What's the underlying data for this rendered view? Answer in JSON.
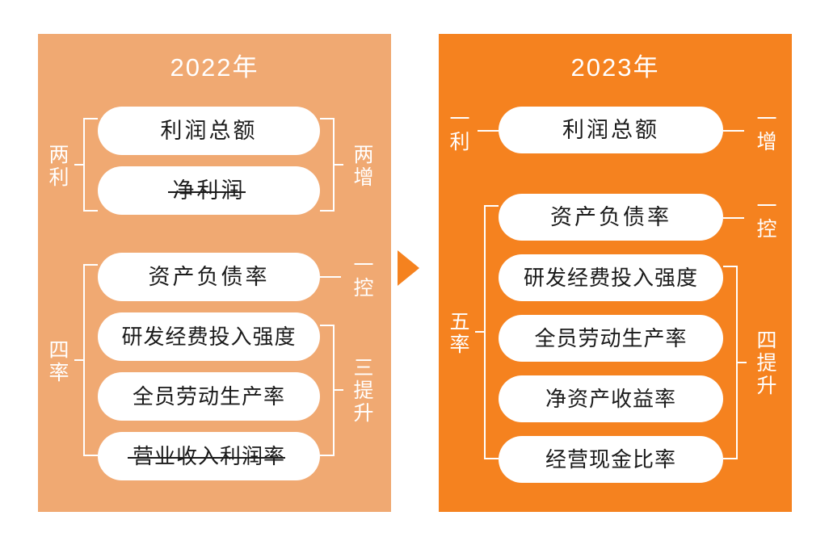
{
  "diagram": {
    "title_left": "2022年",
    "title_right": "2023年",
    "arrow": "right-arrow"
  },
  "panel_2022": {
    "year": "2022年",
    "boxes": [
      {
        "label": "利润总额",
        "struck": false
      },
      {
        "label": "净利润",
        "struck": true
      },
      {
        "label": "资产负债率",
        "struck": false
      },
      {
        "label": "研发经费投入强度",
        "struck": false
      },
      {
        "label": "全员劳动生产率",
        "struck": false
      },
      {
        "label": "营业收入利润率",
        "struck": true
      }
    ],
    "left_groups": [
      {
        "label": "两利",
        "chars": "两\n利",
        "covers": [
          "利润总额",
          "净利润"
        ]
      },
      {
        "label": "四率",
        "chars": "四\n率",
        "covers": [
          "资产负债率",
          "研发经费投入强度",
          "全员劳动生产率",
          "营业收入利润率"
        ]
      }
    ],
    "right_groups": [
      {
        "label": "两增",
        "chars": "两\n增",
        "covers": [
          "利润总额",
          "净利润"
        ]
      },
      {
        "label": "一控",
        "chars": "一\n控",
        "covers": [
          "资产负债率"
        ]
      },
      {
        "label": "三提升",
        "chars": "三\n提\n升",
        "covers": [
          "研发经费投入强度",
          "全员劳动生产率",
          "营业收入利润率"
        ]
      }
    ]
  },
  "panel_2023": {
    "year": "2023年",
    "boxes": [
      {
        "label": "利润总额",
        "struck": false
      },
      {
        "label": "资产负债率",
        "struck": false
      },
      {
        "label": "研发经费投入强度",
        "struck": false
      },
      {
        "label": "全员劳动生产率",
        "struck": false
      },
      {
        "label": "净资产收益率",
        "struck": false
      },
      {
        "label": "经营现金比率",
        "struck": false
      }
    ],
    "left_groups": [
      {
        "label": "一利",
        "chars": "一\n利",
        "covers": [
          "利润总额"
        ]
      },
      {
        "label": "五率",
        "chars": "五\n率",
        "covers": [
          "资产负债率",
          "研发经费投入强度",
          "全员劳动生产率",
          "净资产收益率",
          "经营现金比率"
        ]
      }
    ],
    "right_groups": [
      {
        "label": "一增",
        "chars": "一\n增",
        "covers": [
          "利润总额"
        ]
      },
      {
        "label": "一控",
        "chars": "一\n控",
        "covers": [
          "资产负债率"
        ]
      },
      {
        "label": "四提升",
        "chars": "四\n提\n升",
        "covers": [
          "研发经费投入强度",
          "全员劳动生产率",
          "净资产收益率",
          "经营现金比率"
        ]
      }
    ]
  },
  "colors": {
    "panel_2022_bg": "#f0a972",
    "panel_2023_bg": "#f5821f",
    "pill_bg": "#ffffff",
    "pill_text": "#1a1a1a",
    "line": "#ffffff",
    "page_bg": "#ffffff"
  }
}
